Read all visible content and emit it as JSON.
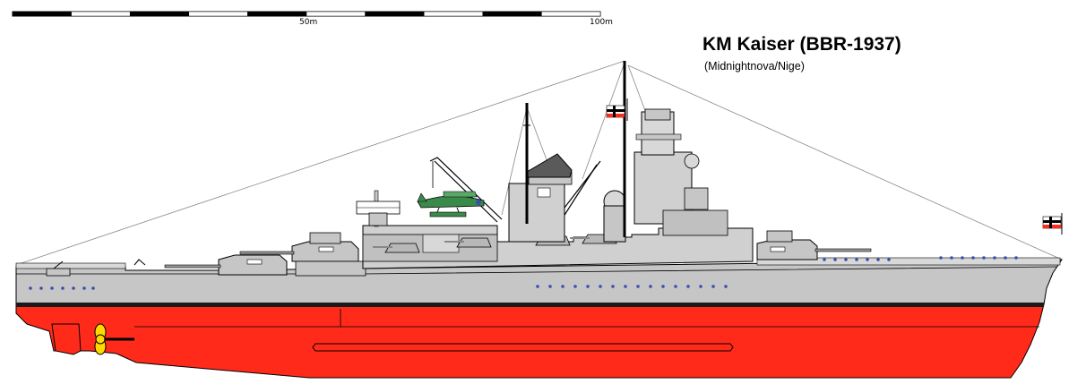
{
  "scale": {
    "label_50": "50m",
    "label_100": "100m",
    "bar_color_dark": "#000000",
    "bar_color_light": "#ffffff"
  },
  "title": "KM Kaiser (BBR-1937)",
  "credit": "(Midnightnova/Nige)",
  "colors": {
    "hull_grey": "#c6c6c6",
    "superstructure_grey": "#b8b8b8",
    "deck_grey": "#d8d8d8",
    "antifouling_red": "#ff2a1a",
    "boot_top_black": "#1a1a1a",
    "propeller_yellow": "#ffd800",
    "outline": "#000000",
    "porthole_blue": "#3a4fb0",
    "plane_green": "#3a8a4a",
    "funnel_cap": "#5a5a5a"
  },
  "icons": {
    "flag_fore": "war-ensign-icon",
    "flag_aft": "war-ensign-icon",
    "propeller": "propeller-icon",
    "plane": "seaplane-icon"
  }
}
